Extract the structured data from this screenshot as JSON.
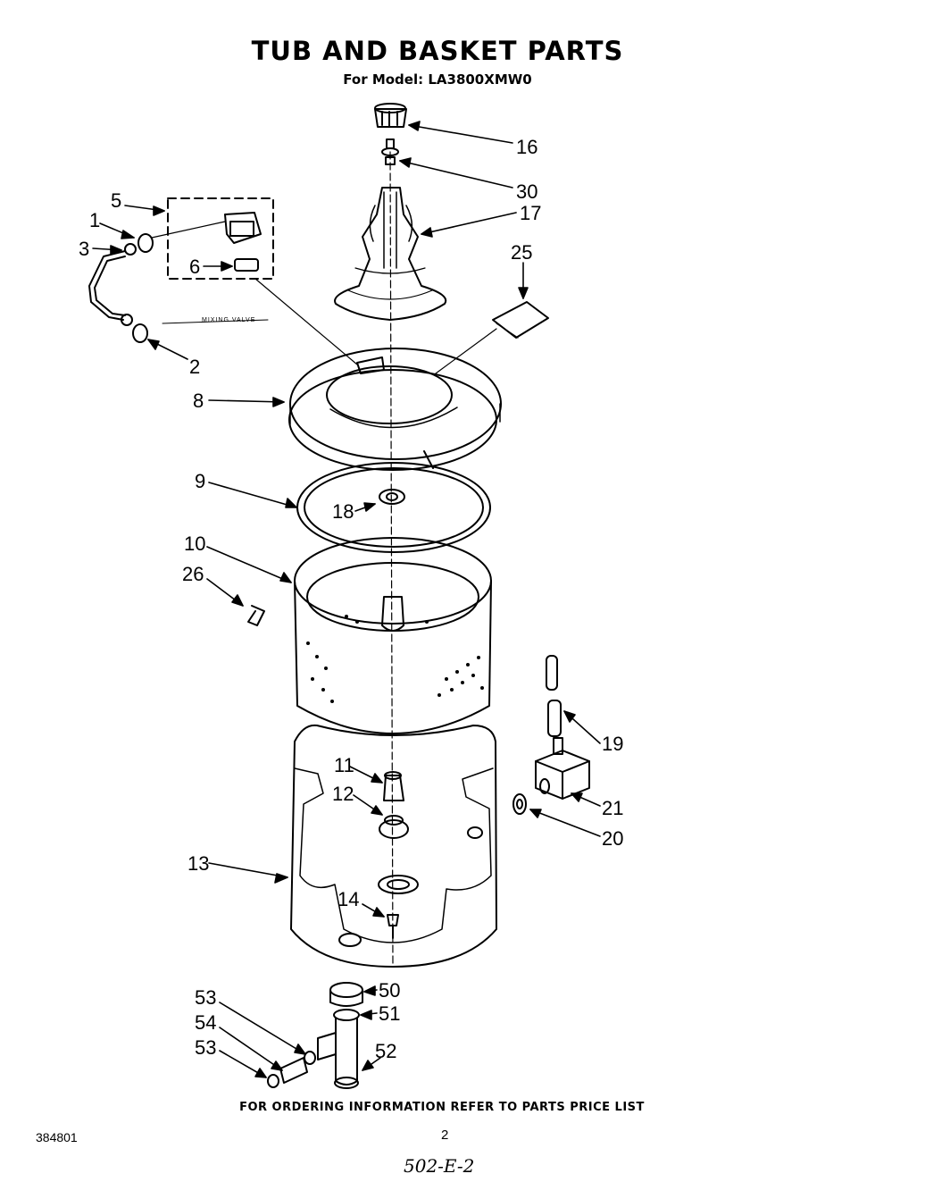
{
  "header": {
    "title": "TUB AND BASKET PARTS",
    "model_line": "For Model: LA3800XMW0"
  },
  "footer": {
    "ordering_note": "FOR ORDERING INFORMATION REFER TO PARTS PRICE LIST",
    "document_number": "384801",
    "page_number": "2",
    "handwritten_note": "502-E-2"
  },
  "diagram": {
    "mixing_valve_label": "MIXING VALVE",
    "part_numbers": [
      "16",
      "30",
      "17",
      "25",
      "5",
      "1",
      "3",
      "6",
      "2",
      "8",
      "9",
      "18",
      "10",
      "26",
      "19",
      "11",
      "12",
      "21",
      "20",
      "13",
      "14",
      "50",
      "51",
      "52",
      "53",
      "54",
      "53"
    ]
  }
}
